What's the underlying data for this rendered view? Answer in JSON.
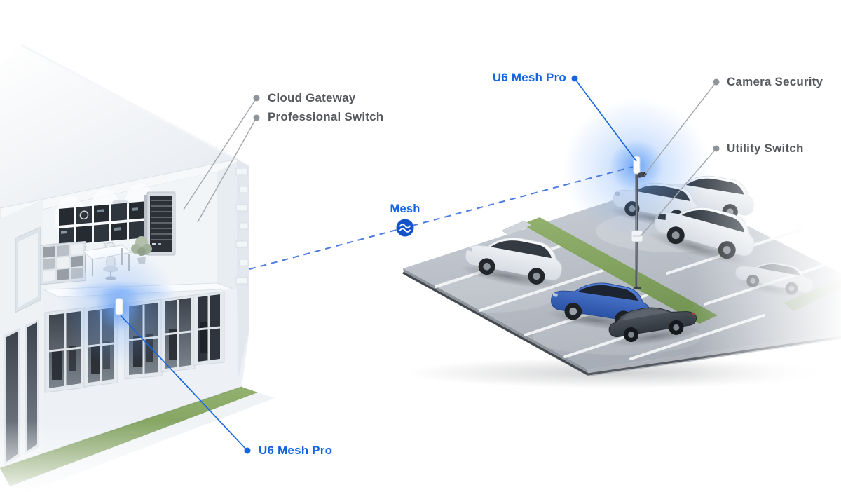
{
  "callouts": {
    "cloud_gateway": {
      "label": "Cloud Gateway"
    },
    "professional_switch": {
      "label": "Professional Switch"
    },
    "u6_mesh_pro_outdoor": {
      "label": "U6 Mesh Pro"
    },
    "camera_security": {
      "label": "Camera Security"
    },
    "utility_switch": {
      "label": "Utility Switch"
    },
    "u6_mesh_pro_indoor": {
      "label": "U6 Mesh Pro"
    },
    "mesh": {
      "label": "Mesh"
    }
  },
  "colors": {
    "accent_blue": "#1565e2",
    "mesh_dash_blue": "#4d7ce0",
    "mesh_badge_blue": "#1353c9",
    "label_gray": "#55595e",
    "dot_gray": "#8f9499",
    "glow_blue": "#5d9cf7"
  },
  "icons": {
    "mesh_icon": "wifi-mesh-waves"
  }
}
